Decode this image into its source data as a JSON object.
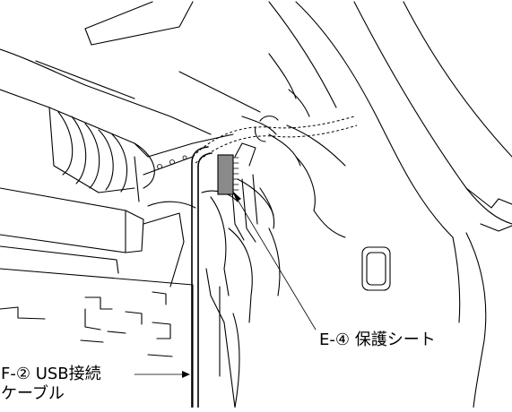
{
  "callouts": {
    "protective_sheet": "E-④ 保護シート",
    "usb_cable_line1": "F-② USB接続",
    "usb_cable_line2": "ケーブル"
  }
}
